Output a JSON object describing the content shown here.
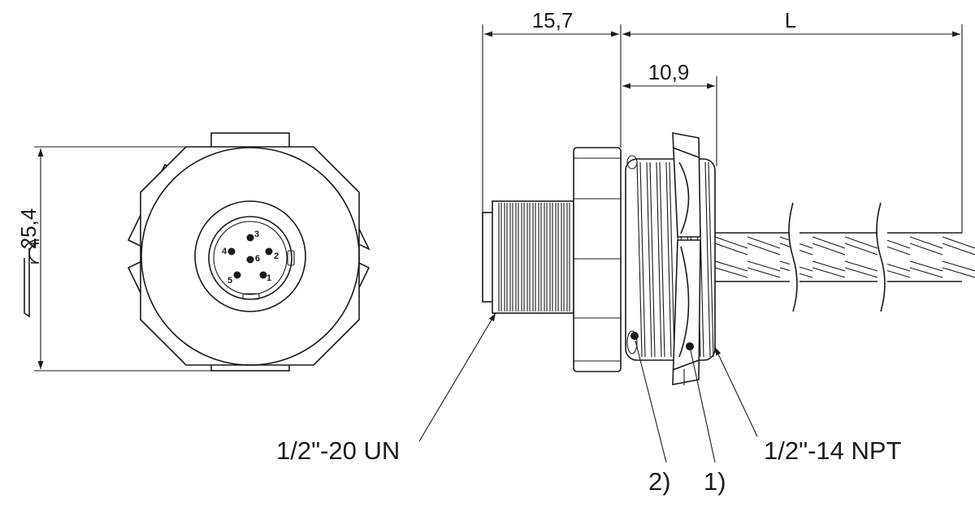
{
  "dimensions": {
    "body_width": "25,4",
    "front_length": "15,7",
    "nut_length": "10,9",
    "cable_length": "L"
  },
  "pins": {
    "p1": "1",
    "p2": "2",
    "p3": "3",
    "p4": "4",
    "p5": "5",
    "p6": "6"
  },
  "callouts": {
    "thread_front": "1/2\"-20 UN",
    "thread_rear": "1/2\"-14 NPT",
    "note_1": "1)",
    "note_2": "2)"
  },
  "icons": {
    "wrench": "wrench-icon"
  }
}
